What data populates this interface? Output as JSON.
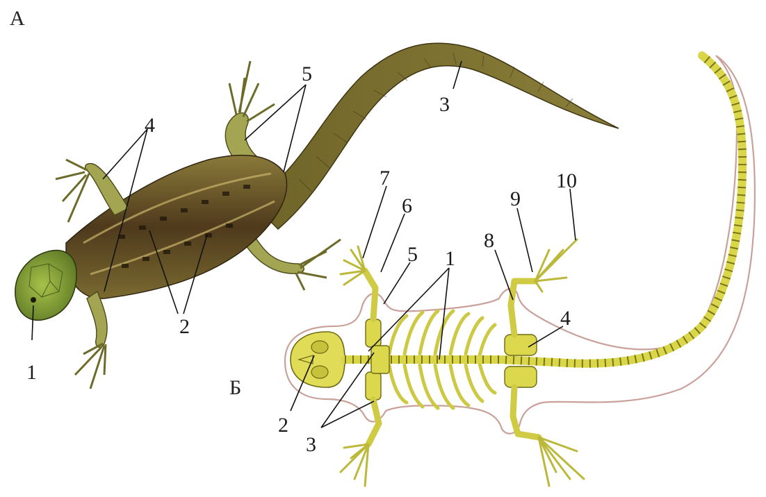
{
  "figure": {
    "panels": {
      "a": "А",
      "b": "Б"
    },
    "lizard_labels": [
      "1",
      "2",
      "3",
      "4",
      "5"
    ],
    "skeleton_labels": [
      "1",
      "2",
      "3",
      "4",
      "5",
      "6",
      "7",
      "8",
      "9",
      "10"
    ],
    "colors": {
      "lizard_body": "#6e5a2a",
      "lizard_head": "#8fae3c",
      "lizard_limb": "#a3a552",
      "skeleton_bone": "#d9d64a",
      "body_outline": "#c9a09a"
    }
  }
}
